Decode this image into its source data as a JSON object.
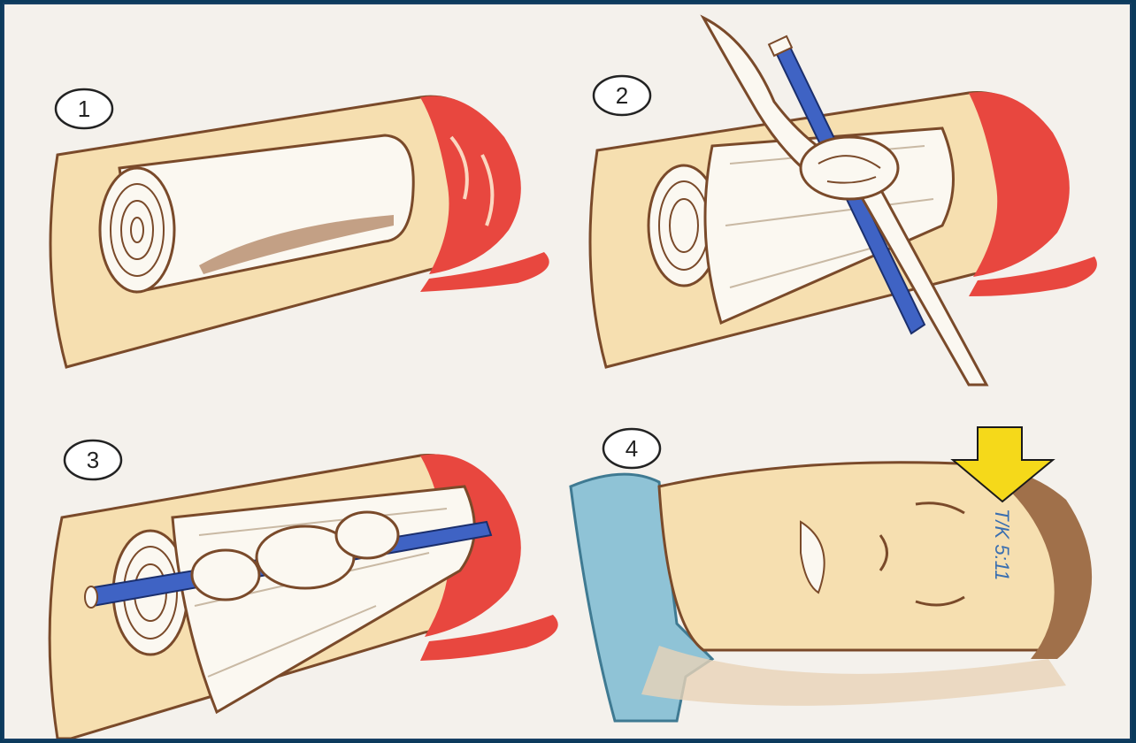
{
  "panels": [
    {
      "label": "1"
    },
    {
      "label": "2"
    },
    {
      "label": "3"
    },
    {
      "label": "4"
    }
  ],
  "forehead_mark": "T/K 5:11",
  "colors": {
    "skin": "#f6dfb0",
    "skin_outline": "#7a4a2a",
    "blood": "#e8473f",
    "bandage": "#fbf8f1",
    "stick": "#3f63c4",
    "cloth_blue": "#8fc3d6",
    "arrow": "#f5d91a",
    "hair": "#a0704a"
  }
}
